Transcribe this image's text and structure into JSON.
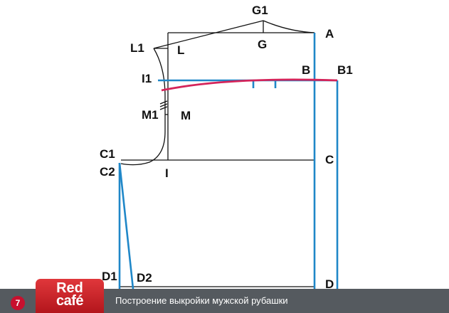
{
  "colors": {
    "line": "#111111",
    "blue": "#1f87c8",
    "red": "#d4245a",
    "footer": "#555a5f",
    "logo": "#c8242b"
  },
  "diagram": {
    "labels": {
      "G1": "G1",
      "A": "A",
      "G": "G",
      "L1": "L1",
      "L": "L",
      "I1": "I1",
      "B": "B",
      "B1": "B1",
      "M1": "M1",
      "M": "M",
      "C1": "C1",
      "C": "C",
      "C2": "C2",
      "I": "I",
      "D1": "D1",
      "D2": "D2",
      "D": "D"
    }
  },
  "footer": {
    "slide_number": "7",
    "logo_line1": "Red",
    "logo_line2": "café",
    "caption": "Построение выкройки мужской рубашки"
  }
}
